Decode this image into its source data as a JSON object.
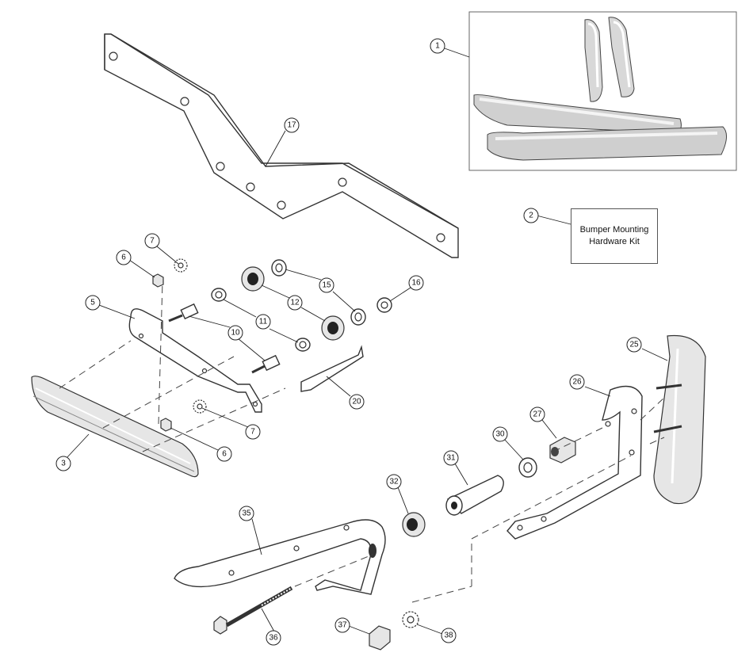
{
  "kit_box": {
    "label": "Bumper Mounting\nHardware Kit"
  },
  "callouts": [
    {
      "id": "c1",
      "label": "1"
    },
    {
      "id": "c2",
      "label": "2"
    },
    {
      "id": "c3",
      "label": "3"
    },
    {
      "id": "c5",
      "label": "5"
    },
    {
      "id": "c6a",
      "label": "6"
    },
    {
      "id": "c6b",
      "label": "6"
    },
    {
      "id": "c7a",
      "label": "7"
    },
    {
      "id": "c7b",
      "label": "7"
    },
    {
      "id": "c10",
      "label": "10"
    },
    {
      "id": "c11",
      "label": "11"
    },
    {
      "id": "c12",
      "label": "12"
    },
    {
      "id": "c15",
      "label": "15"
    },
    {
      "id": "c16",
      "label": "16"
    },
    {
      "id": "c17",
      "label": "17"
    },
    {
      "id": "c20",
      "label": "20"
    },
    {
      "id": "c25",
      "label": "25"
    },
    {
      "id": "c26",
      "label": "26"
    },
    {
      "id": "c27",
      "label": "27"
    },
    {
      "id": "c30",
      "label": "30"
    },
    {
      "id": "c31",
      "label": "31"
    },
    {
      "id": "c32",
      "label": "32"
    },
    {
      "id": "c35",
      "label": "35"
    },
    {
      "id": "c36",
      "label": "36"
    },
    {
      "id": "c37",
      "label": "37"
    },
    {
      "id": "c38",
      "label": "38"
    }
  ]
}
